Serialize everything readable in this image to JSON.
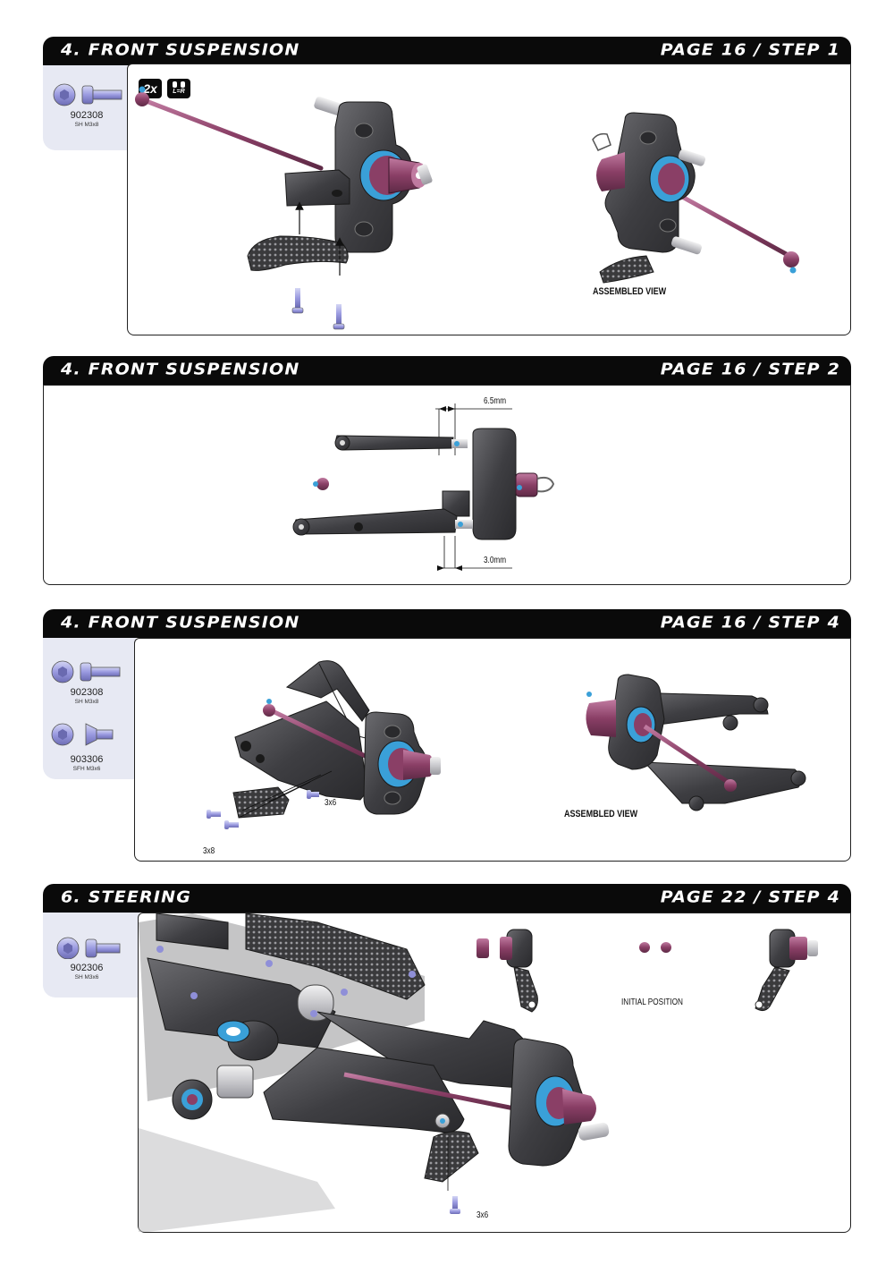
{
  "sections": [
    {
      "title": "4. FRONT SUSPENSION",
      "page": "PAGE 16 / STEP 1",
      "parts": [
        {
          "number": "902308",
          "desc": "SH M3x8"
        }
      ],
      "badges": {
        "count": "2x",
        "lr": "L=R"
      },
      "labels": {
        "assembled": "ASSEMBLED VIEW"
      }
    },
    {
      "title": "4. FRONT SUSPENSION",
      "page": "PAGE 16 / STEP 2",
      "dimensions": {
        "top": "6.5mm",
        "bottom": "3.0mm"
      }
    },
    {
      "title": "4. FRONT SUSPENSION",
      "page": "PAGE 16 / STEP 4",
      "parts": [
        {
          "number": "902308",
          "desc": "SH M3x8"
        },
        {
          "number": "903306",
          "desc": "SFH M3x6"
        }
      ],
      "labels": {
        "assembled": "ASSEMBLED VIEW",
        "screw_a": "3x6",
        "screw_b": "3x8"
      }
    },
    {
      "title": "6. STEERING",
      "page": "PAGE 22 / STEP 4",
      "parts": [
        {
          "number": "902306",
          "desc": "SH M3x6"
        }
      ],
      "labels": {
        "initial": "INITIAL POSITION",
        "screw": "3x6"
      }
    }
  ],
  "colors": {
    "header": "#0a0a0a",
    "part_panel": "#e7e9f3",
    "composite_dark": "#4a4a4d",
    "driveshaft": "#8a3f66",
    "bearing_blue": "#3aa0d8",
    "screw_violet": "#8f8fd8"
  },
  "icons": [
    "socket-head-screw-icon",
    "flat-head-screw-icon",
    "hub-carrier-drawing",
    "driveshaft-drawing",
    "suspension-arm-drawing",
    "steering-block-drawing"
  ]
}
